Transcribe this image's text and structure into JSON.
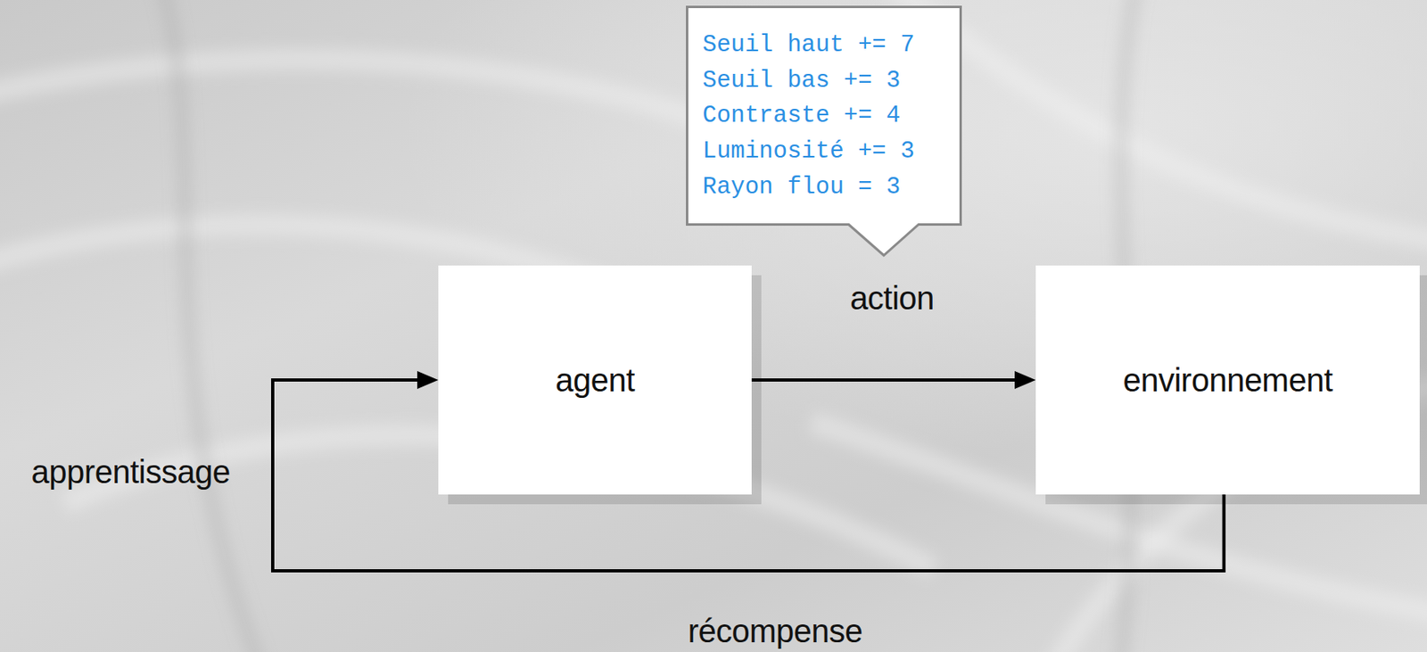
{
  "diagram": {
    "nodes": [
      {
        "text": [
          "Seuil haut += 7",
          "Seuil bas += 3",
          "Contraste += 4",
          "Luminosité += 3",
          "Rayon flou = 3"
        ]
      },
      {
        "text": [
          "agent"
        ]
      },
      {
        "text": [
          "environnement"
        ]
      }
    ],
    "edges": [
      {
        "from": 1,
        "to": 2,
        "arrow": "to",
        "label": "action"
      },
      {
        "from": 2,
        "to": 1,
        "arrow": "to",
        "label": "récompense"
      }
    ],
    "labels": [
      "apprentissage"
    ]
  }
}
